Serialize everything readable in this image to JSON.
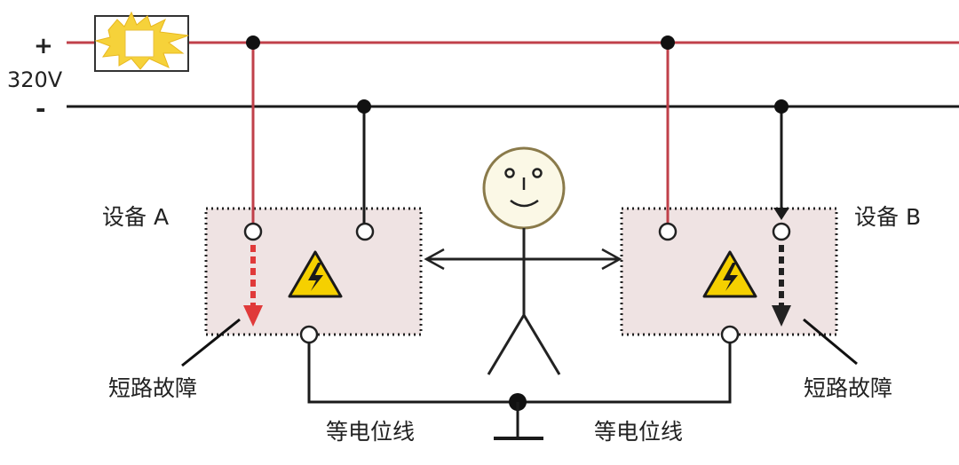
{
  "supply": {
    "plus_sign": "+",
    "minus_sign": "-",
    "voltage": "320V"
  },
  "devices": [
    {
      "label": "设备 A",
      "fault_label": "短路故障"
    },
    {
      "label": "设备 B",
      "fault_label": "短路故障"
    }
  ],
  "bonding": {
    "left_label": "等电位线",
    "right_label": "等电位线"
  },
  "colors": {
    "positive_line": "#c0404a",
    "negative_line": "#1a1a1a",
    "device_fill": "#efe3e3",
    "fault_red": "#e03a3a",
    "fault_dark": "#222222",
    "warning_yellow": "#f5d000",
    "fuse_flash": "#f6d23a",
    "person_head": "#fbf8e6"
  },
  "icons": [
    "fuse-icon",
    "warning-triangle-icon",
    "ground-icon",
    "stick-figure"
  ]
}
